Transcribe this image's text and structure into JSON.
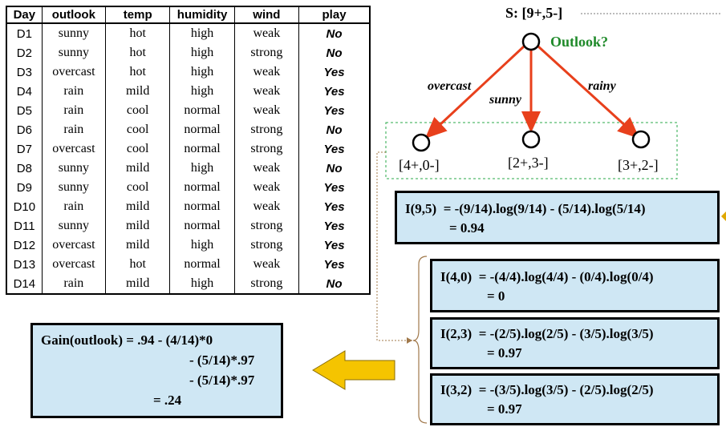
{
  "table": {
    "headers": [
      "Day",
      "outlook",
      "temp",
      "humidity",
      "wind",
      "play"
    ],
    "rows": [
      [
        "D1",
        "sunny",
        "hot",
        "high",
        "weak",
        "No"
      ],
      [
        "D2",
        "sunny",
        "hot",
        "high",
        "strong",
        "No"
      ],
      [
        "D3",
        "overcast",
        "hot",
        "high",
        "weak",
        "Yes"
      ],
      [
        "D4",
        "rain",
        "mild",
        "high",
        "weak",
        "Yes"
      ],
      [
        "D5",
        "rain",
        "cool",
        "normal",
        "weak",
        "Yes"
      ],
      [
        "D6",
        "rain",
        "cool",
        "normal",
        "strong",
        "No"
      ],
      [
        "D7",
        "overcast",
        "cool",
        "normal",
        "strong",
        "Yes"
      ],
      [
        "D8",
        "sunny",
        "mild",
        "high",
        "weak",
        "No"
      ],
      [
        "D9",
        "sunny",
        "cool",
        "normal",
        "weak",
        "Yes"
      ],
      [
        "D10",
        "rain",
        "mild",
        "normal",
        "weak",
        "Yes"
      ],
      [
        "D11",
        "sunny",
        "mild",
        "normal",
        "strong",
        "Yes"
      ],
      [
        "D12",
        "overcast",
        "mild",
        "high",
        "strong",
        "Yes"
      ],
      [
        "D13",
        "overcast",
        "hot",
        "normal",
        "weak",
        "Yes"
      ],
      [
        "D14",
        "rain",
        "mild",
        "high",
        "strong",
        "No"
      ]
    ]
  },
  "tree": {
    "root_label": "S: [9+,5-]",
    "question": "Outlook?",
    "branches": [
      "overcast",
      "sunny",
      "rainy"
    ],
    "leaves": [
      "[4+,0-]",
      "[2+,3-]",
      "[3+,2-]"
    ]
  },
  "entropy_root": {
    "line1": "I(9,5)  = -(9/14).log(9/14) - (5/14).log(5/14)",
    "line2": "= 0.94"
  },
  "entropy_children": [
    {
      "line1": "I(4,0)  = -(4/4).log(4/4) - (0/4).log(0/4)",
      "line2": "= 0"
    },
    {
      "line1": "I(2,3)  = -(2/5).log(2/5) - (3/5).log(3/5)",
      "line2": "= 0.97"
    },
    {
      "line1": "I(3,2)  = -(3/5).log(3/5) - (2/5).log(2/5)",
      "line2": "= 0.97"
    }
  ],
  "gain": {
    "line1": "Gain(outlook) = .94 - (4/14)*0",
    "line2": "- (5/14)*.97",
    "line3": "- (5/14)*.97",
    "line4": "= .24"
  },
  "colors": {
    "box_fill": "#cfe7f4",
    "arrow_red": "#e8401c",
    "question_green": "#1f8a2a",
    "yellow_arrow": "#f5c400",
    "dotted_brown": "#a0784a",
    "dashed_green": "#2aa84a"
  }
}
